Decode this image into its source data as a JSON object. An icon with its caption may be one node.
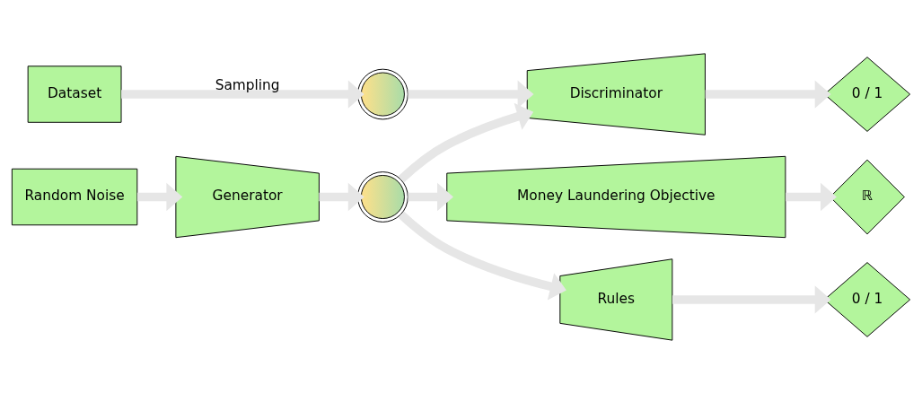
{
  "diagram": {
    "nodes": [
      {
        "text": [
          "Dataset"
        ]
      },
      {
        "text": [
          "Random Noise"
        ]
      },
      {
        "text": [
          "Generator"
        ]
      },
      {
        "text": [],
        "shape": "network"
      },
      {
        "text": [],
        "shape": "network"
      },
      {
        "text": [
          "Discriminator"
        ]
      },
      {
        "text": [
          "Money Laundering Objective"
        ]
      },
      {
        "text": [
          "Rules"
        ]
      },
      {
        "text": [
          "0 / 1"
        ]
      },
      {
        "text": [
          "ℝ"
        ]
      },
      {
        "text": [
          "0 / 1"
        ]
      }
    ],
    "edges": [
      {
        "from": 0,
        "to": 3,
        "arrow": "to",
        "label": "Sampling"
      },
      {
        "from": 1,
        "to": 2,
        "arrow": "to"
      },
      {
        "from": 2,
        "to": 4,
        "arrow": "to"
      },
      {
        "from": 3,
        "to": 5,
        "arrow": "to"
      },
      {
        "from": 4,
        "to": 5,
        "arrow": "to"
      },
      {
        "from": 4,
        "to": 6,
        "arrow": "to"
      },
      {
        "from": 4,
        "to": 7,
        "arrow": "to"
      },
      {
        "from": 5,
        "to": 8,
        "arrow": "to"
      },
      {
        "from": 6,
        "to": 9,
        "arrow": "to"
      },
      {
        "from": 7,
        "to": 10,
        "arrow": "to"
      }
    ]
  }
}
